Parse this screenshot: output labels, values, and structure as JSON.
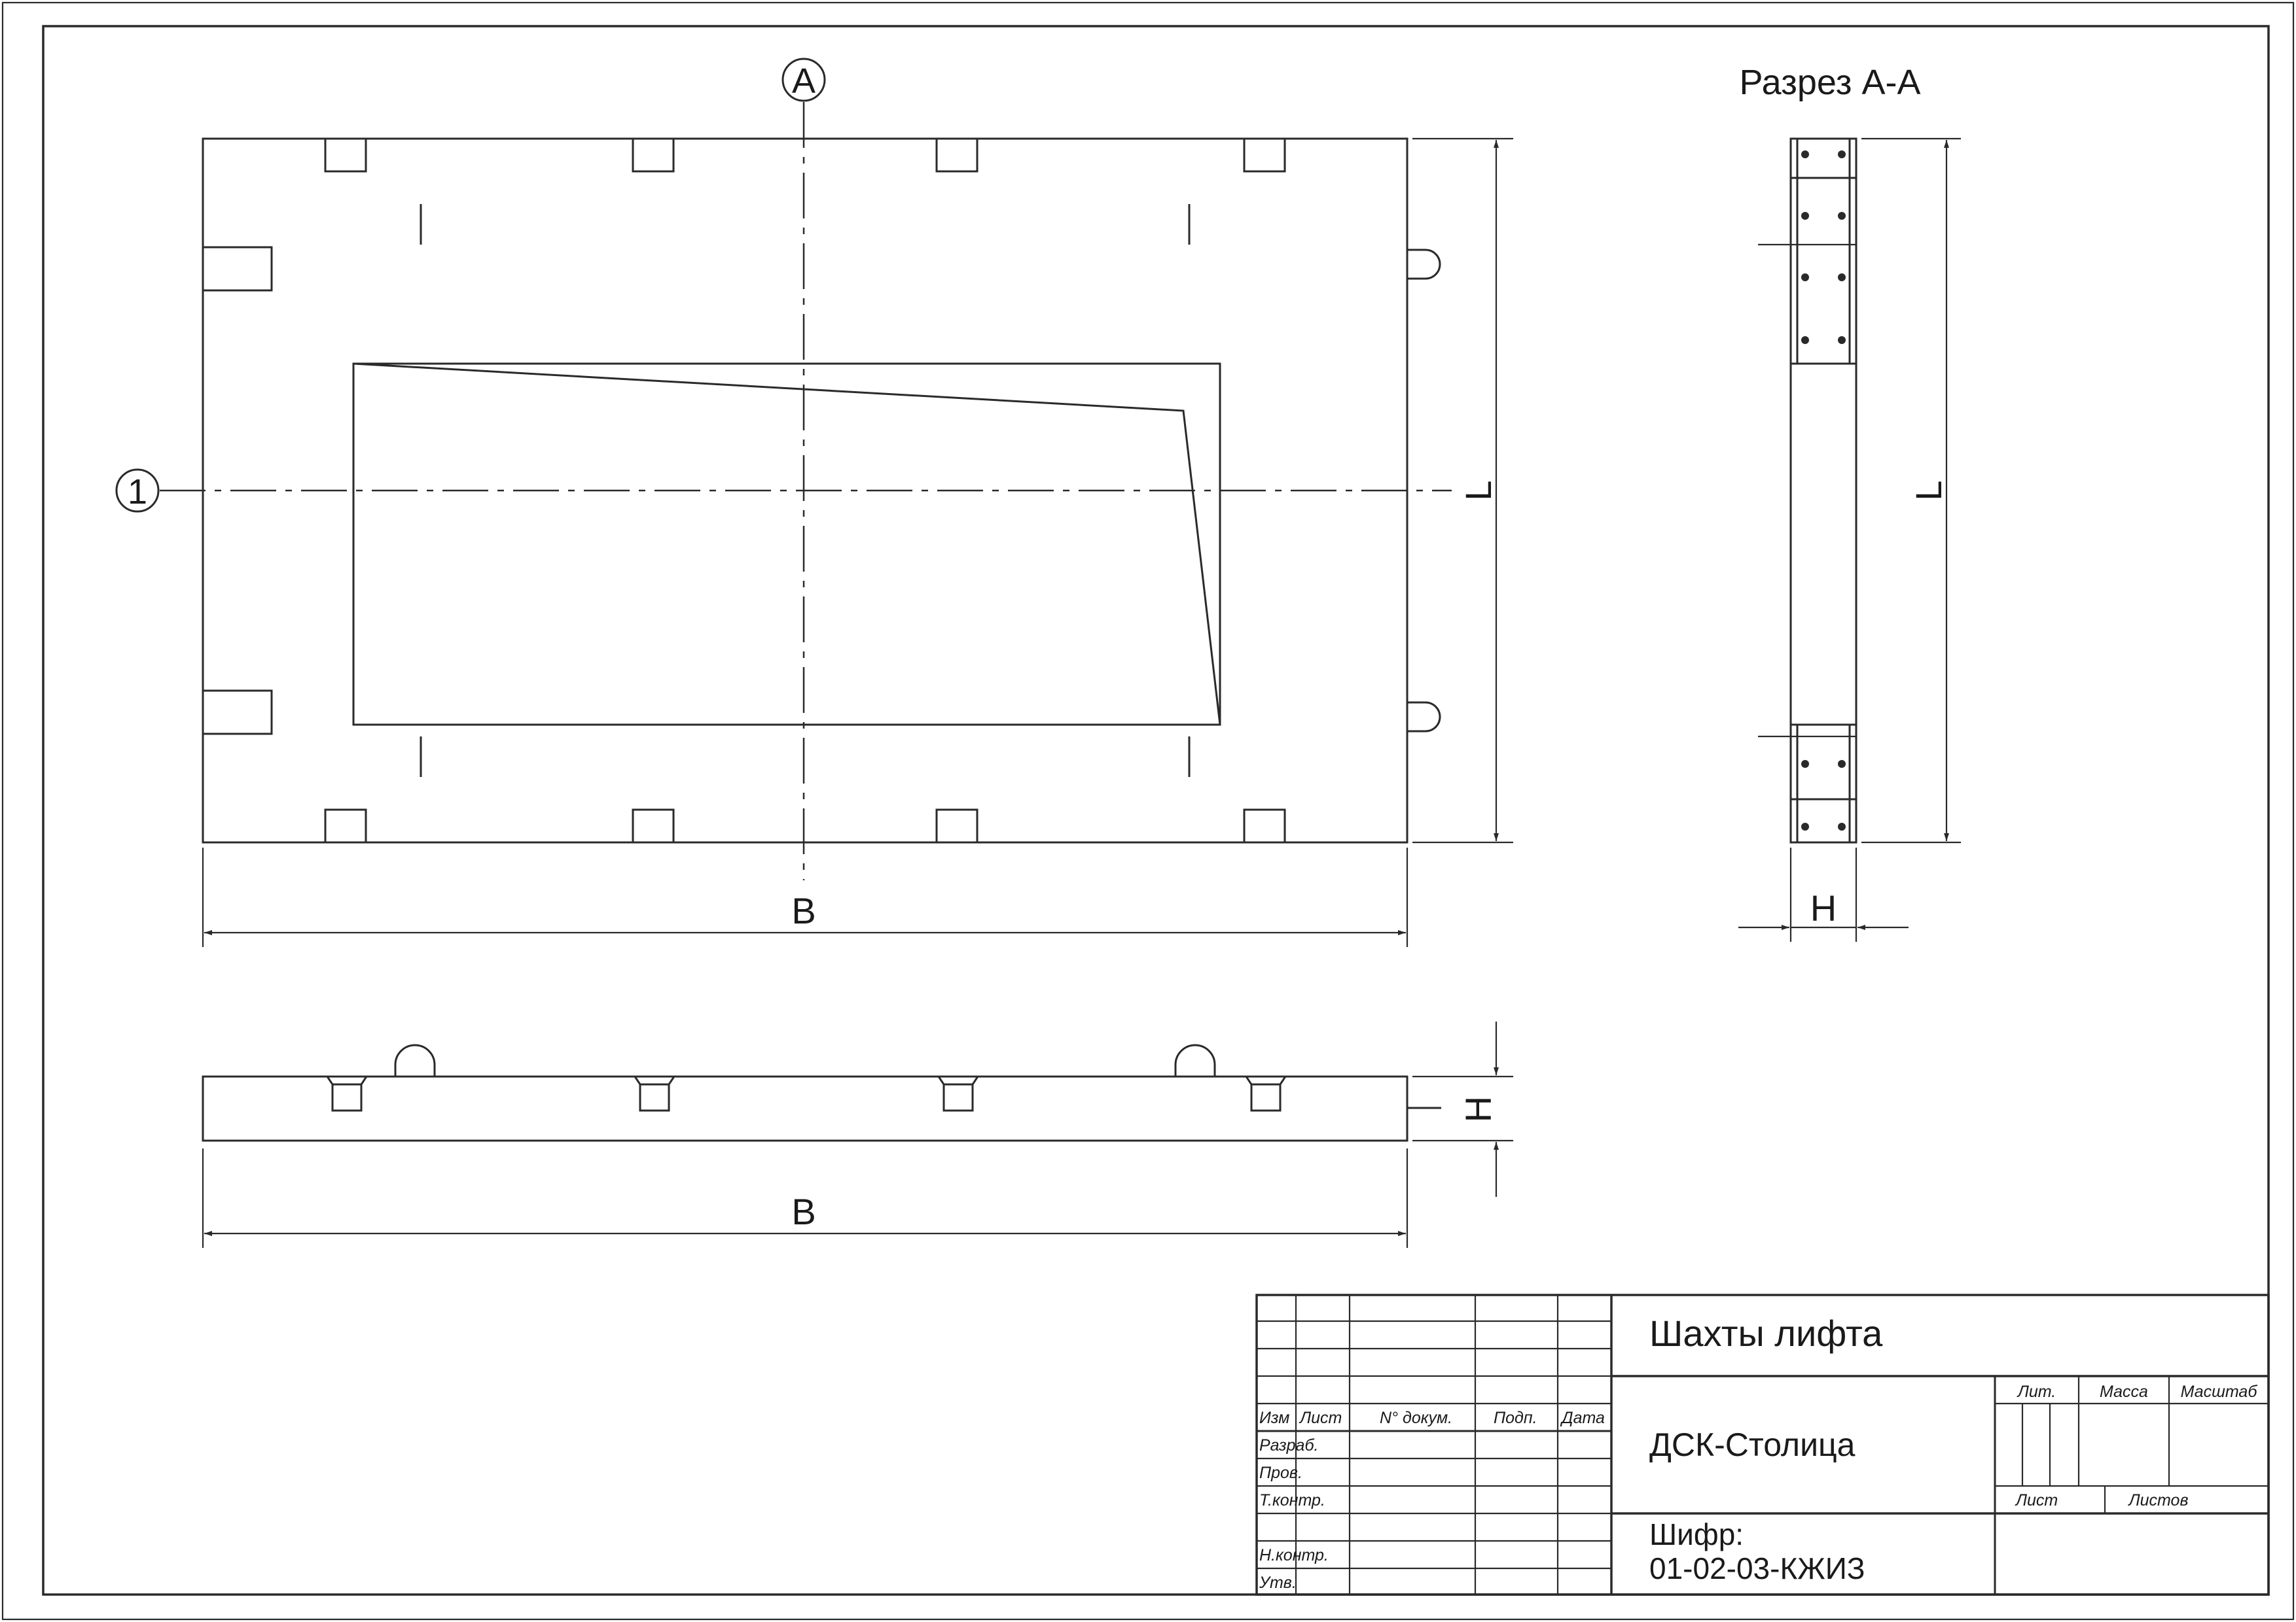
{
  "drawing": {
    "section_title": "Разрез А-А",
    "axis_a_label": "А",
    "axis_1_label": "1",
    "dim_length": "L",
    "dim_width": "B",
    "dim_height": "H"
  },
  "title_block": {
    "project_title": "Шахты лифта",
    "organization": "ДСК-Столица",
    "code_label": "Шифр:",
    "code_value": "01-02-03-КЖИЗ",
    "col_headers": {
      "izm": "Изм",
      "list": "Лист",
      "doc_no": "N° докум.",
      "sign": "Подп.",
      "date": "Дата"
    },
    "row_labels": {
      "razrab": "Разраб.",
      "prov": "Пров.",
      "tkontr": "Т.контр.",
      "nkontr": "Н.контр.",
      "utv": "Утв."
    },
    "right_headers": {
      "lit": "Лит.",
      "massa": "Масса",
      "masshtab": "Масштаб",
      "sheet": "Лист",
      "sheets": "Листов"
    }
  }
}
